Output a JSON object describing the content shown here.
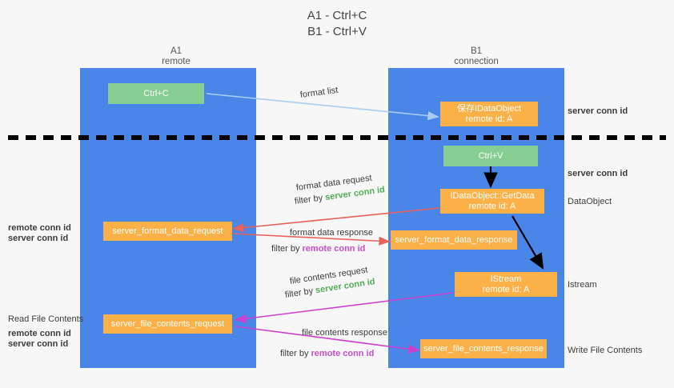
{
  "title": {
    "line1": "A1 - Ctrl+C",
    "line2": "B1 - Ctrl+V"
  },
  "lanes": [
    {
      "name": "A1",
      "sub": "remote"
    },
    {
      "name": "B1",
      "sub": "connection"
    }
  ],
  "boxes": {
    "ctrl_c": "Ctrl+C",
    "ctrl_v": "Ctrl+V",
    "save_idataobject_l1": "保存IDataObject",
    "save_idataobject_l2": "remote id: A",
    "getdata_l1": "IDataObject::GetData",
    "getdata_l2": "remote id: A",
    "istream_l1": "IStream",
    "istream_l2": "remote id: A",
    "server_format_data_request": "server_format_data_request",
    "server_format_data_response": "server_format_data_response",
    "server_file_contents_request": "server_file_contents_request",
    "server_file_contents_response": "server_file_contents_response"
  },
  "edge_labels": {
    "format_list": "format list",
    "format_data_request": "format data request",
    "format_data_response": "format data response",
    "file_contents_request": "file contents request",
    "file_contents_response": "file contents response",
    "filter_by": "filter by ",
    "server_conn_id": "server conn id",
    "remote_conn_id": "remote conn id"
  },
  "side_labels": {
    "server_conn_id": "server conn id",
    "remote_conn_id": "remote conn id",
    "dataobject": "DataObject",
    "istream": "Istream",
    "read_file_contents": "Read File Contents",
    "write_file_contents": "Write File Contents"
  },
  "colors": {
    "lane": "#4a86e8",
    "green_box": "#86ce91",
    "orange_box": "#fbb148",
    "server_conn_id": "#4fae55",
    "remote_conn_id": "#c64fc6",
    "arrow_blue": "#a8cdee",
    "arrow_red": "#e8615a",
    "arrow_magenta": "#cc3fcc",
    "arrow_black": "#000000",
    "divider": "#000000",
    "background": "#f7f7f7"
  }
}
